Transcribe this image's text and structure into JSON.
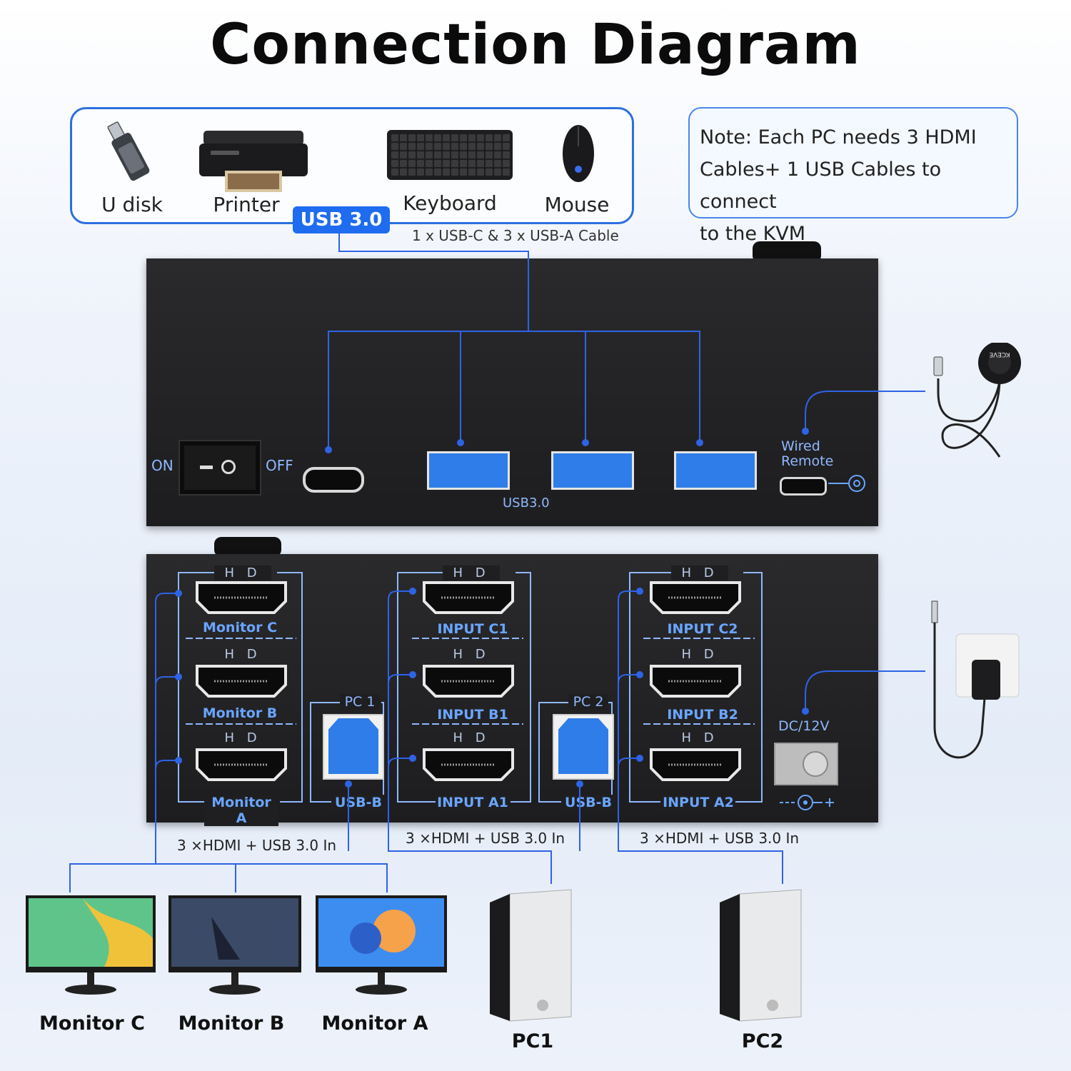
{
  "title": "Connection Diagram",
  "peripherals": {
    "items": [
      {
        "label": "U disk"
      },
      {
        "label": "Printer"
      },
      {
        "label": "Keyboard"
      },
      {
        "label": "Mouse"
      }
    ],
    "badge": "USB 3.0",
    "cable_note": "1 x USB-C & 3 x USB-A Cable"
  },
  "note": {
    "line1": "Note: Each PC needs 3 HDMI",
    "line2": "Cables+ 1 USB Cables to connect",
    "line3": "to the KVM"
  },
  "front_panel": {
    "switch_on": "ON",
    "switch_off": "OFF",
    "usb_label": "USB3.0",
    "remote_line1": "Wired",
    "remote_line2": "Remote",
    "remote_brand": "KCEVE"
  },
  "back_panel": {
    "hd": "H D",
    "monitor_c": "Monitor C",
    "monitor_b": "Monitor B",
    "monitor_a": "Monitor A",
    "pc1": "PC 1",
    "pc2": "PC 2",
    "usb_b": "USB-B",
    "input_c1": "INPUT C1",
    "input_b1": "INPUT B1",
    "input_a1": "INPUT A1",
    "input_c2": "INPUT C2",
    "input_b2": "INPUT B2",
    "input_a2": "INPUT A2",
    "dc": "DC/12V"
  },
  "captions": {
    "monitors_in": "3 ×HDMI + USB 3.0 In",
    "pc1_in": "3 ×HDMI + USB 3.0 In",
    "pc2_in": "3 ×HDMI + USB 3.0 In"
  },
  "devices": {
    "monitor_c": "Monitor C",
    "monitor_b": "Monitor B",
    "monitor_a": "Monitor A",
    "pc1": "PC1",
    "pc2": "PC2"
  },
  "colors": {
    "accent": "#1f6cf0",
    "line": "#2f63e6",
    "port_blue": "#2f7de8",
    "panel": "#1f1f21"
  }
}
